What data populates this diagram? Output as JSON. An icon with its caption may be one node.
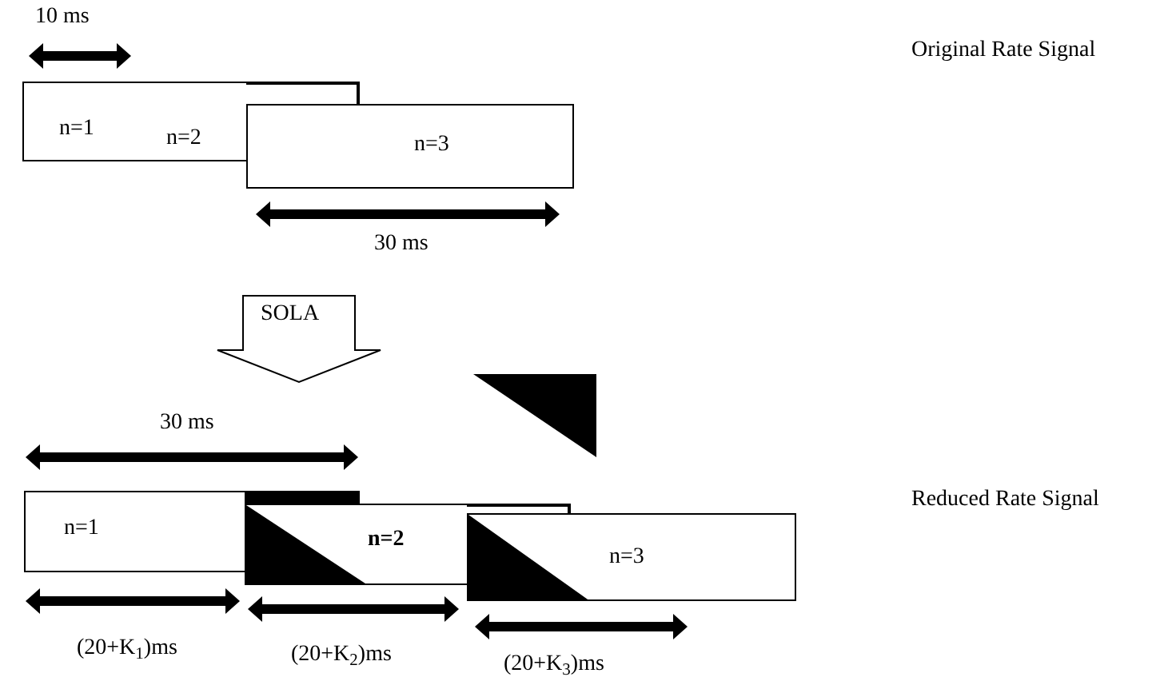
{
  "diagram": {
    "nodes": [
      {
        "text": [],
        "shape": "arrow",
        "beside": [
          "10 ms"
        ]
      },
      {
        "text": [
          "n=1",
          "n=2"
        ]
      },
      {
        "text": [
          "n=3"
        ]
      },
      {
        "text": [],
        "shape": "arrow",
        "beside": [
          "30 ms"
        ]
      },
      {
        "text": [
          "SOLA"
        ]
      },
      {
        "text": [],
        "shape": "triangle"
      },
      {
        "text": [],
        "shape": "arrow",
        "beside": [
          "30 ms"
        ]
      },
      {
        "text": [
          "n=1"
        ]
      },
      {
        "text": [
          "**n=2**"
        ]
      },
      {
        "text": [
          "n=3"
        ]
      },
      {
        "text": [],
        "shape": "arrow",
        "beside": [
          "(20+K$_{1}$)ms"
        ]
      },
      {
        "text": [],
        "shape": "arrow",
        "beside": [
          "(20+K$_{2}$)ms"
        ]
      },
      {
        "text": [],
        "shape": "arrow",
        "beside": [
          "(20+K$_{3}$)ms"
        ]
      }
    ],
    "labels": [
      "Original Rate Signal",
      "Reduced Rate Signal"
    ]
  }
}
